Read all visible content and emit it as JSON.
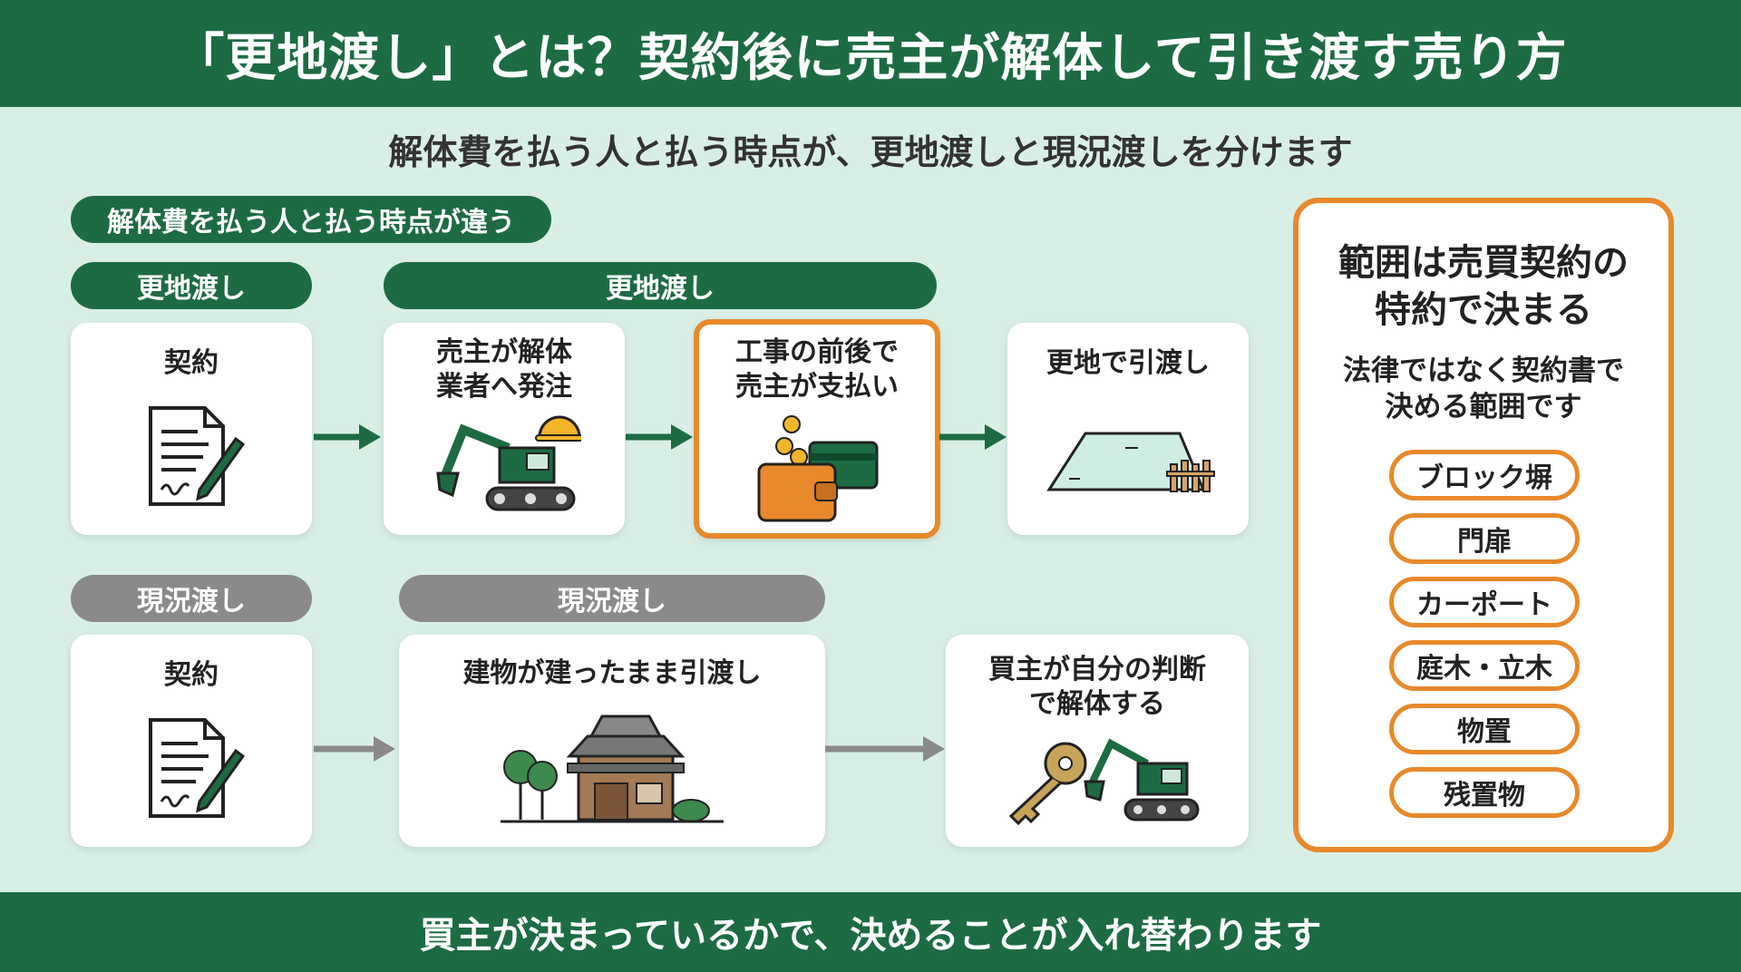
{
  "title": "「更地渡し」とは？契約後に売主が解体して引き渡す売り方",
  "subtitle": "解体費を払う人と払う時点が、更地渡しと現況渡しを分けます",
  "section_label": "解体費を払う人と払う時点が違う",
  "sarachi": {
    "label_left": "更地渡し",
    "label_span": "更地渡し",
    "steps": [
      {
        "text": "契約",
        "icon": "contract-document-icon"
      },
      {
        "text": "売主が解体\n業者へ発注",
        "icon": "excavator-with-helmet-icon"
      },
      {
        "text": "工事の前後で\n売主が支払い",
        "icon": "wallet-card-coins-icon"
      },
      {
        "text": "更地で引渡し",
        "icon": "vacant-land-icon"
      }
    ]
  },
  "genkyo": {
    "label_left": "現況渡し",
    "label_span": "現況渡し",
    "steps": [
      {
        "text": "契約",
        "icon": "contract-document-icon"
      },
      {
        "text": "建物が建ったまま引渡し",
        "icon": "house-icon"
      },
      {
        "text": "買主が自分の判断\nで解体する",
        "icon": "key-excavator-icon"
      }
    ]
  },
  "side": {
    "title": "範囲は売買契約の\n特約で決まる",
    "note": "法律ではなく契約書で\n決める範囲です",
    "items": [
      "ブロック塀",
      "門扉",
      "カーポート",
      "庭木・立木",
      "物置",
      "残置物"
    ]
  },
  "footer": "買主が決まっているかで、決めることが入れ替わります",
  "colors": {
    "green": "#1d6b43",
    "orange": "#e8892b",
    "gray": "#8a8a8a",
    "background": "#d9efe6"
  }
}
